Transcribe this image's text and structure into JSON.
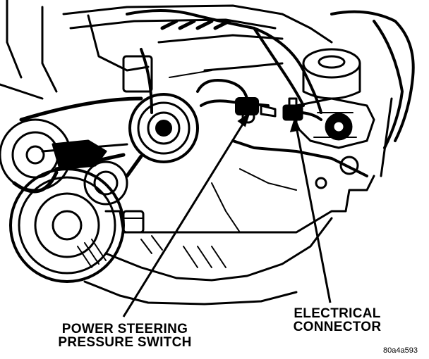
{
  "labels": {
    "power_steering_pressure_switch": {
      "line1": "POWER STEERING",
      "line2": "PRESSURE SWITCH"
    },
    "electrical_connector": {
      "line1": "ELECTRICAL",
      "line2": "CONNECTOR"
    }
  },
  "figure_id": "80a4a593",
  "colors": {
    "ink": "#000000",
    "paper": "#ffffff"
  }
}
